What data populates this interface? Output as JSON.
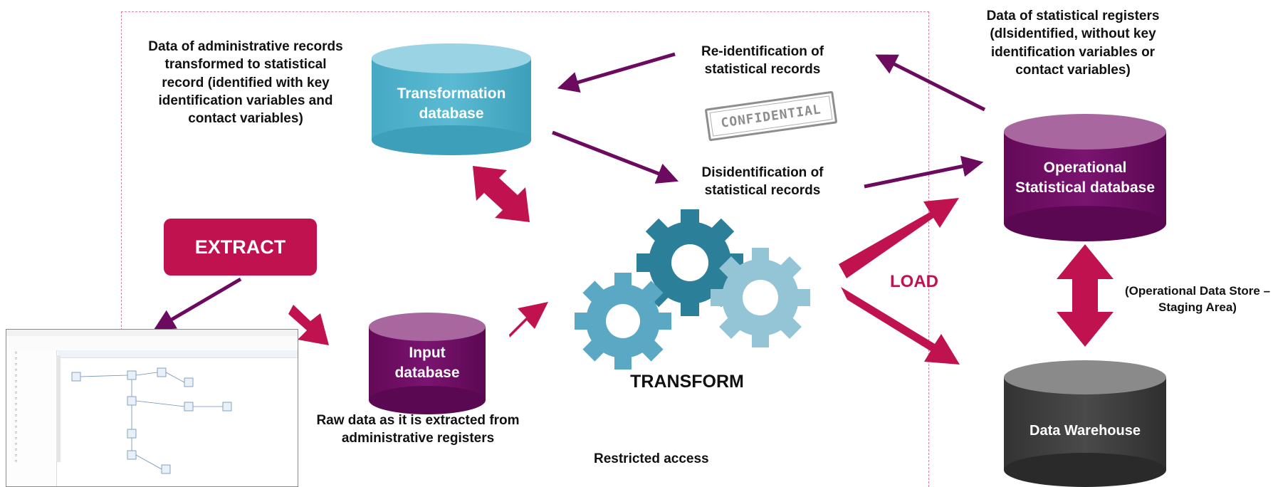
{
  "labels": {
    "admin_records": "Data of administrative records transformed to statistical record (identified with key identification variables and contact variables)",
    "reidentification": "Re-identification of statistical records",
    "disidentification": "Disidentification of statistical records",
    "stat_registers": "Data of statistical registers (dlsidentified, without key identification variables or contact variables)",
    "raw_data": "Raw data as it is extracted from administrative registers",
    "restricted": "Restricted  access",
    "ods": "(Operational Data Store – Staging Area)"
  },
  "nodes": {
    "transformation_db": "Transformation database",
    "input_db": "Input database",
    "operational_db": "Operational Statistical database",
    "data_warehouse": "Data Warehouse",
    "extract": "EXTRACT",
    "transform": "TRANSFORM",
    "load": "LOAD",
    "stamp": "CONFIDENTIAL"
  },
  "colors": {
    "magenta": "#c0124f",
    "purple_arrow": "#6b0a5e",
    "teal_db": "#4aaec8",
    "purple_db": "#6b0a5e",
    "dark_db": "#3d3d3d",
    "gear_dark": "#2c7f99",
    "gear_mid": "#5aa8c4",
    "gear_light": "#94c5d6"
  },
  "icons": [
    "gears-icon",
    "confidential-stamp-icon",
    "software-screenshot-thumbnail"
  ]
}
